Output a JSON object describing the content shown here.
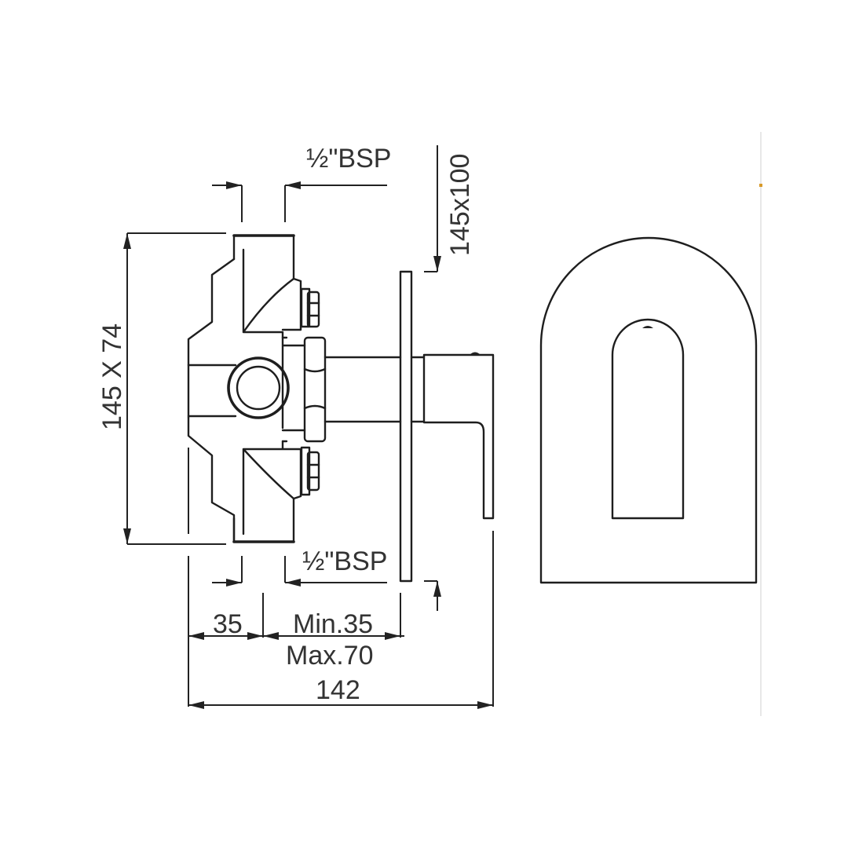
{
  "drawing": {
    "title": "Concealed valve with trim plate — dimension drawing",
    "units": "mm",
    "labels": {
      "bsp_top": "½\"BSP",
      "bsp_bottom": "½\"BSP",
      "plate_size": "145x100",
      "body_size": "145 X 74",
      "depth_body": "35",
      "depth_min": "Min.35",
      "depth_max": "Max.70",
      "overall_depth": "142"
    },
    "views": [
      {
        "name": "side-view",
        "description": "Valve body, spindle, wall plate and lever handle in profile"
      },
      {
        "name": "front-view",
        "description": "Arched trim plate with arched lever opening"
      }
    ],
    "colors": {
      "line": "#1e1e1e",
      "text": "#333333",
      "background": "#ffffff"
    }
  }
}
